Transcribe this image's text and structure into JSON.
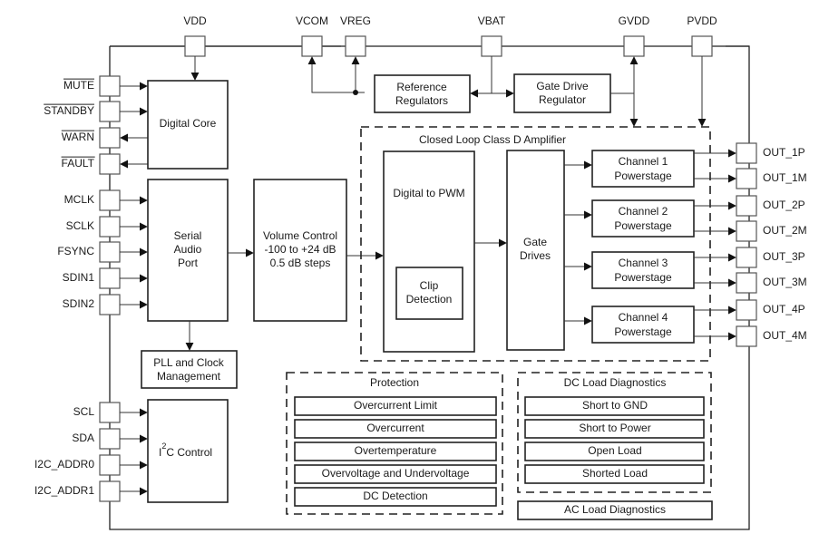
{
  "top_pins": [
    "VDD",
    "VCOM",
    "VREG",
    "VBAT",
    "GVDD",
    "PVDD"
  ],
  "left_pins_control": [
    {
      "label": "MUTE",
      "active_low": true,
      "dir": "in"
    },
    {
      "label": "STANDBY",
      "active_low": true,
      "dir": "in"
    },
    {
      "label": "WARN",
      "active_low": true,
      "dir": "out"
    },
    {
      "label": "FAULT",
      "active_low": true,
      "dir": "out"
    }
  ],
  "left_pins_audio": [
    "MCLK",
    "SCLK",
    "FSYNC",
    "SDIN1",
    "SDIN2"
  ],
  "left_pins_i2c": [
    "SCL",
    "SDA",
    "I2C_ADDR0",
    "I2C_ADDR1"
  ],
  "right_pins": [
    "OUT_1P",
    "OUT_1M",
    "OUT_2P",
    "OUT_2M",
    "OUT_3P",
    "OUT_3M",
    "OUT_4P",
    "OUT_4M"
  ],
  "blocks": {
    "digital_core": "Digital Core",
    "serial_audio_port": [
      "Serial",
      "Audio",
      "Port"
    ],
    "pll": [
      "PLL and Clock",
      "Management"
    ],
    "i2c_control": {
      "main": "I",
      "sup": "2",
      "rest": "C Control"
    },
    "volume_control": [
      "Volume Control",
      "-100 to +24 dB",
      "0.5 dB steps"
    ],
    "reference_regulators": [
      "Reference",
      "Regulators"
    ],
    "gate_drive_regulator": [
      "Gate Drive",
      "Regulator"
    ],
    "amplifier_title": "Closed Loop Class D Amplifier",
    "digital_to_pwm": "Digital to PWM",
    "clip_detection": [
      "Clip",
      "Detection"
    ],
    "gate_drives": [
      "Gate",
      "Drives"
    ],
    "channels": [
      [
        "Channel 1",
        "Powerstage"
      ],
      [
        "Channel 2",
        "Powerstage"
      ],
      [
        "Channel 3",
        "Powerstage"
      ],
      [
        "Channel 4",
        "Powerstage"
      ]
    ]
  },
  "protection": {
    "title": "Protection",
    "items": [
      "Overcurrent Limit",
      "Overcurrent",
      "Overtemperature",
      "Overvoltage and Undervoltage",
      "DC Detection"
    ]
  },
  "dc_load_diagnostics": {
    "title": "DC Load Diagnostics",
    "items": [
      "Short to GND",
      "Short to Power",
      "Open Load",
      "Shorted Load"
    ]
  },
  "ac_load_diagnostics": "AC Load Diagnostics"
}
